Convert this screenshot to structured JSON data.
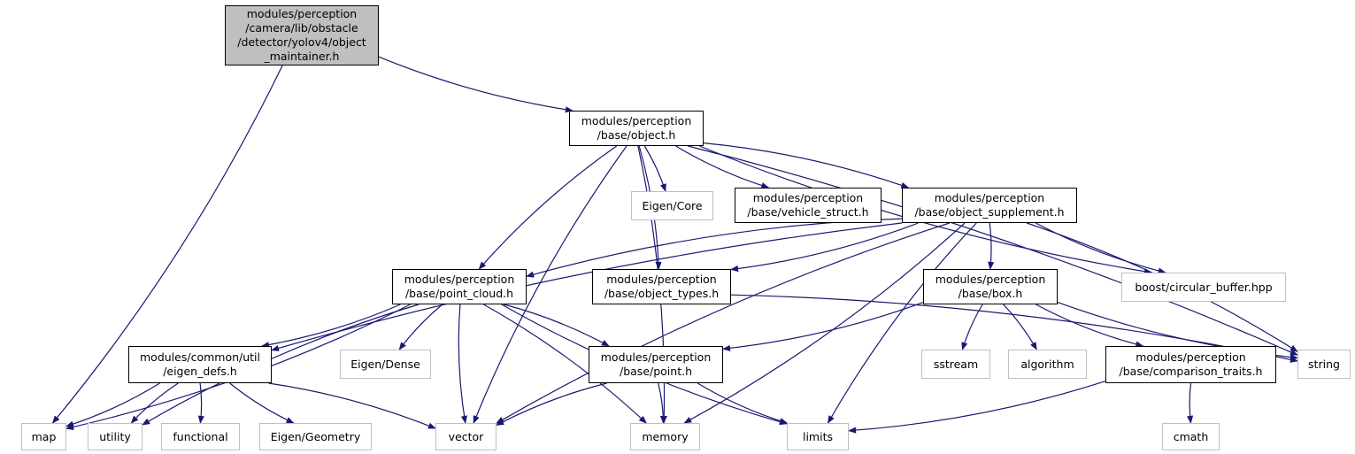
{
  "colors": {
    "edge": "#191970",
    "ext_border": "#bfbfbf",
    "doc_border": "#000000",
    "root_fill": "#bfbfbf"
  },
  "nodes": {
    "root": {
      "lines": [
        "modules/perception",
        "/camera/lib/obstacle",
        "/detector/yolov4/object",
        "_maintainer.h"
      ]
    },
    "object_h": {
      "lines": [
        "modules/perception",
        "/base/object.h"
      ]
    },
    "eigen_core": {
      "lines": [
        "Eigen/Core"
      ]
    },
    "vehicle_struct_h": {
      "lines": [
        "modules/perception",
        "/base/vehicle_struct.h"
      ]
    },
    "object_supplement_h": {
      "lines": [
        "modules/perception",
        "/base/object_supplement.h"
      ]
    },
    "point_cloud_h": {
      "lines": [
        "modules/perception",
        "/base/point_cloud.h"
      ]
    },
    "object_types_h": {
      "lines": [
        "modules/perception",
        "/base/object_types.h"
      ]
    },
    "box_h": {
      "lines": [
        "modules/perception",
        "/base/box.h"
      ]
    },
    "boost_circular_buffer": {
      "lines": [
        "boost/circular_buffer.hpp"
      ]
    },
    "eigen_defs_h": {
      "lines": [
        "modules/common/util",
        "/eigen_defs.h"
      ]
    },
    "eigen_dense": {
      "lines": [
        "Eigen/Dense"
      ]
    },
    "point_h": {
      "lines": [
        "modules/perception",
        "/base/point.h"
      ]
    },
    "sstream": {
      "lines": [
        "sstream"
      ]
    },
    "algorithm": {
      "lines": [
        "algorithm"
      ]
    },
    "comparison_traits_h": {
      "lines": [
        "modules/perception",
        "/base/comparison_traits.h"
      ]
    },
    "string": {
      "lines": [
        "string"
      ]
    },
    "map": {
      "lines": [
        "map"
      ]
    },
    "utility": {
      "lines": [
        "utility"
      ]
    },
    "functional": {
      "lines": [
        "functional"
      ]
    },
    "eigen_geometry": {
      "lines": [
        "Eigen/Geometry"
      ]
    },
    "vector": {
      "lines": [
        "vector"
      ]
    },
    "memory": {
      "lines": [
        "memory"
      ]
    },
    "limits": {
      "lines": [
        "limits"
      ]
    },
    "cmath": {
      "lines": [
        "cmath"
      ]
    }
  },
  "edges": [
    [
      "root",
      "map"
    ],
    [
      "root",
      "object_h"
    ],
    [
      "object_h",
      "eigen_core"
    ],
    [
      "object_h",
      "vehicle_struct_h"
    ],
    [
      "object_h",
      "object_supplement_h"
    ],
    [
      "object_h",
      "point_cloud_h"
    ],
    [
      "object_h",
      "object_types_h"
    ],
    [
      "object_h",
      "vector"
    ],
    [
      "object_h",
      "memory"
    ],
    [
      "object_h",
      "boost_circular_buffer"
    ],
    [
      "object_h",
      "string"
    ],
    [
      "object_supplement_h",
      "point_cloud_h"
    ],
    [
      "object_supplement_h",
      "object_types_h"
    ],
    [
      "object_supplement_h",
      "eigen_defs_h"
    ],
    [
      "object_supplement_h",
      "box_h"
    ],
    [
      "object_supplement_h",
      "boost_circular_buffer"
    ],
    [
      "object_supplement_h",
      "string"
    ],
    [
      "object_supplement_h",
      "vector"
    ],
    [
      "object_supplement_h",
      "memory"
    ],
    [
      "object_supplement_h",
      "limits"
    ],
    [
      "point_cloud_h",
      "eigen_defs_h"
    ],
    [
      "point_cloud_h",
      "eigen_dense"
    ],
    [
      "point_cloud_h",
      "point_h"
    ],
    [
      "point_cloud_h",
      "vector"
    ],
    [
      "point_cloud_h",
      "memory"
    ],
    [
      "point_cloud_h",
      "limits"
    ],
    [
      "point_cloud_h",
      "map"
    ],
    [
      "point_cloud_h",
      "utility"
    ],
    [
      "object_types_h",
      "string"
    ],
    [
      "box_h",
      "sstream"
    ],
    [
      "box_h",
      "algorithm"
    ],
    [
      "box_h",
      "comparison_traits_h"
    ],
    [
      "box_h",
      "point_h"
    ],
    [
      "box_h",
      "string"
    ],
    [
      "eigen_defs_h",
      "map"
    ],
    [
      "eigen_defs_h",
      "utility"
    ],
    [
      "eigen_defs_h",
      "functional"
    ],
    [
      "eigen_defs_h",
      "eigen_geometry"
    ],
    [
      "eigen_defs_h",
      "vector"
    ],
    [
      "point_h",
      "vector"
    ],
    [
      "point_h",
      "memory"
    ],
    [
      "point_h",
      "limits"
    ],
    [
      "comparison_traits_h",
      "limits"
    ],
    [
      "comparison_traits_h",
      "cmath"
    ]
  ]
}
